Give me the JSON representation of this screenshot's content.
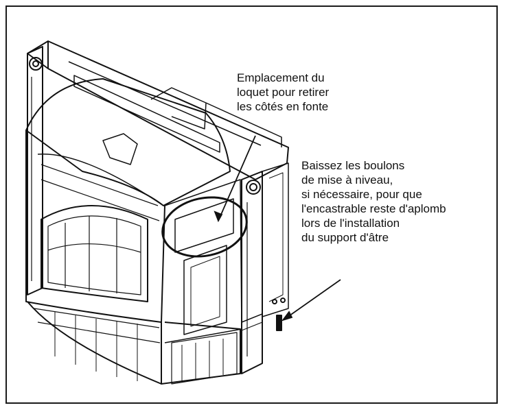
{
  "callouts": {
    "latch": {
      "lines": [
        "Emplacement du",
        "loquet pour retirer",
        "les côtés en fonte"
      ]
    },
    "leveling": {
      "lines": [
        "Baissez les boulons",
        "de mise à niveau,",
        "si nécessaire, pour que",
        "l'encastrable reste d'aplomb",
        "lors de l'installation",
        "du support d'âtre"
      ]
    }
  },
  "icons": {
    "insert": "pellet-stove-insert-illustration",
    "highlight": "latch-location-ellipse",
    "arrow": "leader-arrow"
  },
  "colors": {
    "line": "#111111",
    "background": "#ffffff"
  }
}
